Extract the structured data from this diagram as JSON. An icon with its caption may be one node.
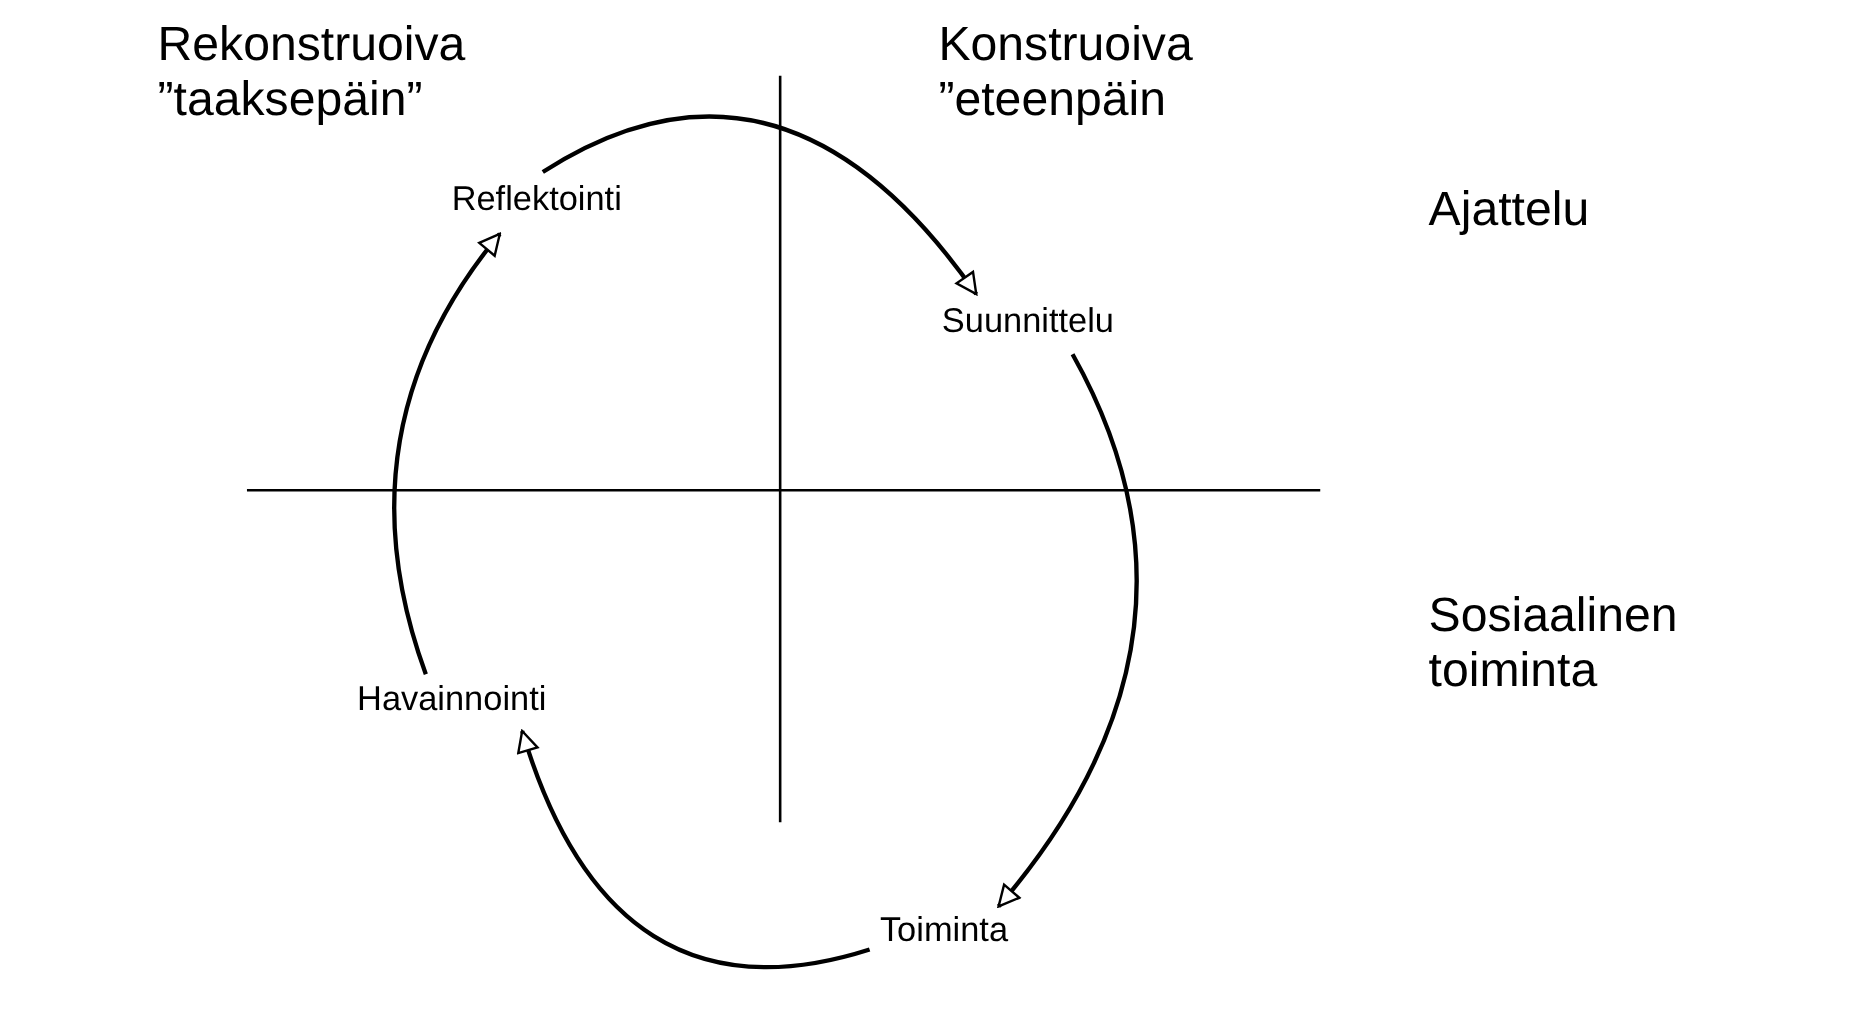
{
  "diagram": {
    "nodes": [
      {
        "text": [
          "Reflektointi"
        ]
      },
      {
        "text": [
          "Suunnittelu"
        ]
      },
      {
        "text": [
          "Toiminta"
        ]
      },
      {
        "text": [
          "Havainnointi"
        ]
      }
    ],
    "edges": [
      {
        "from": 0,
        "to": 1,
        "arrow": "to"
      },
      {
        "from": 1,
        "to": 2,
        "arrow": "to"
      },
      {
        "from": 2,
        "to": 3,
        "arrow": "to"
      },
      {
        "from": 3,
        "to": 0,
        "arrow": "to"
      }
    ],
    "labels": [
      "Rekonstruoiva ”taaksepäin”",
      "Konstruoiva ”eteenpäin",
      "Ajattelu",
      "Sosiaalinen toiminta"
    ]
  }
}
